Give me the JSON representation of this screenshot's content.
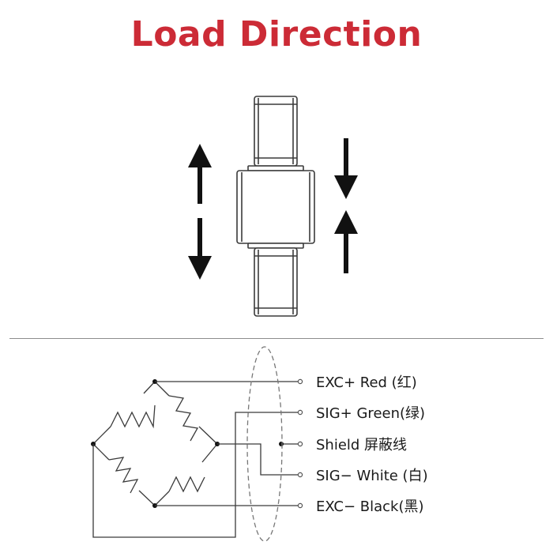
{
  "title": "Load Direction",
  "colors": {
    "title": "#cc2b36",
    "ink": "#111111",
    "line": "#3a3a3a",
    "divider": "#8c8c8c",
    "ellipse": "#777777"
  },
  "wires": [
    {
      "label": "EXC+ Red (红)"
    },
    {
      "label": "SIG+ Green(绿)"
    },
    {
      "label": "Shield 屏蔽线"
    },
    {
      "label": "SIG− White (白)"
    },
    {
      "label": "EXC− Black(黑)"
    }
  ]
}
